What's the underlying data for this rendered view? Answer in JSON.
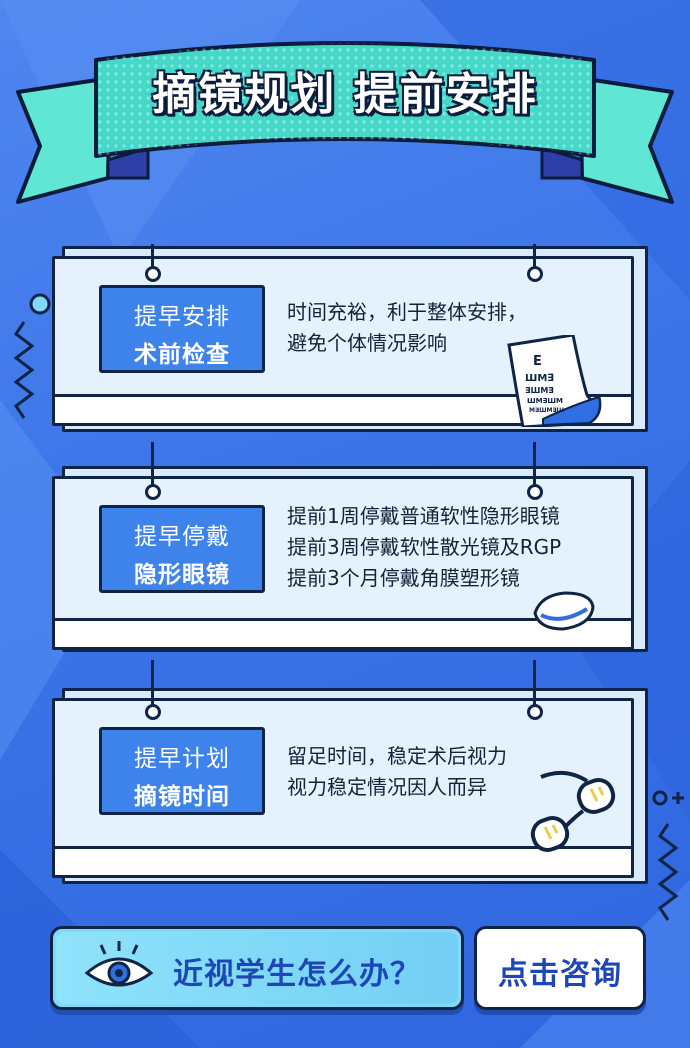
{
  "banner": {
    "title": "摘镜规划 提前安排"
  },
  "cards": [
    {
      "label_top": "提早安排",
      "label_bottom": "术前检查",
      "lines": [
        "时间充裕，利于整体安排，",
        "避免个体情况影响"
      ],
      "icon": "eye-chart-icon"
    },
    {
      "label_top": "提早停戴",
      "label_bottom": "隐形眼镜",
      "lines": [
        "提前1周停戴普通软性隐形眼镜",
        "提前3周停戴软性散光镜及RGP",
        "提前3个月停戴角膜塑形镜"
      ],
      "icon": "contact-lens-icon"
    },
    {
      "label_top": "提早计划",
      "label_bottom": "摘镜时间",
      "lines": [
        "留足时间，稳定术后视力",
        "视力稳定情况因人而异"
      ],
      "icon": "glasses-icon"
    }
  ],
  "cta": {
    "question": "近视学生怎么办？",
    "consult": "点击咨询"
  },
  "colors": {
    "background": "#3b74e8",
    "ribbon": "#4ee0cf",
    "card": "#e5f2fe",
    "label": "#3e82ec",
    "outline": "#102446",
    "cta_text": "#1d47b8"
  }
}
